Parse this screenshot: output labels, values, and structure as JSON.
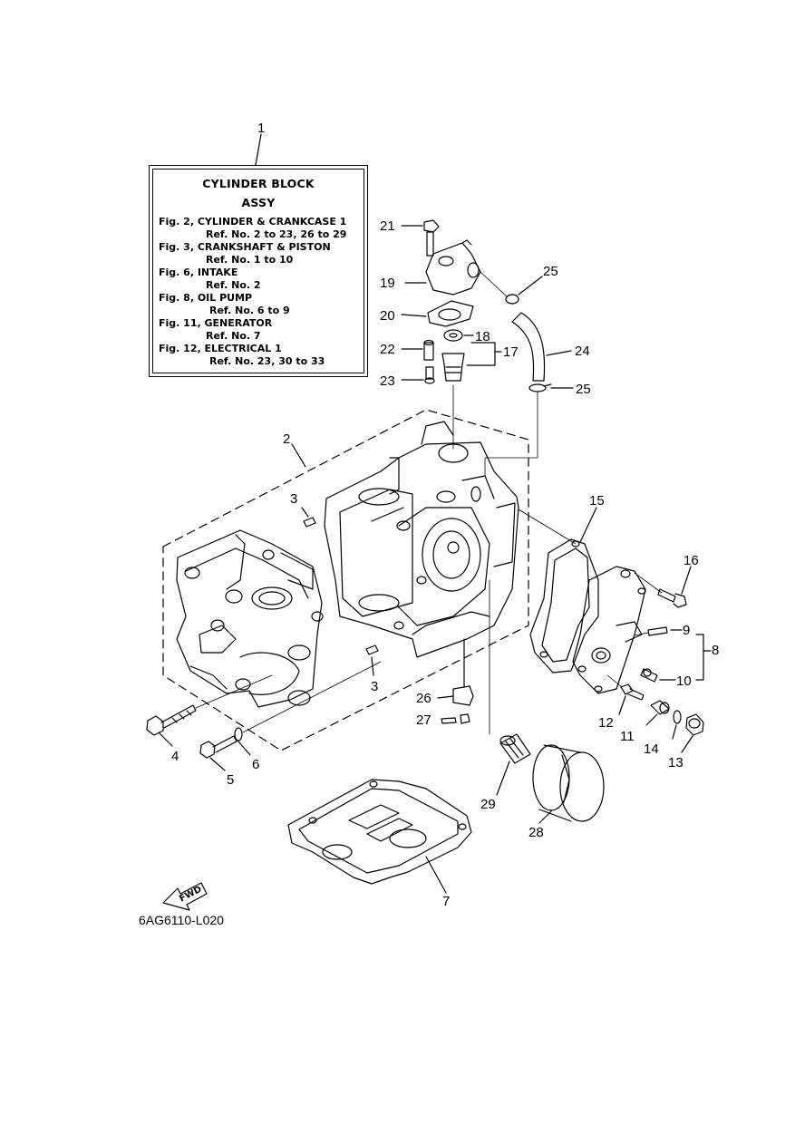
{
  "info_box": {
    "title_line1": "CYLINDER  BLOCK",
    "title_line2": "ASSY",
    "refs": [
      {
        "fig": "Fig. 2, CYLINDER & CRANKCASE 1",
        "ref": "Ref. No. 2 to 23, 26 to 29"
      },
      {
        "fig": "Fig. 3, CRANKSHAFT & PISTON",
        "ref": "Ref. No. 1 to 10"
      },
      {
        "fig": "Fig. 6, INTAKE",
        "ref": "Ref. No. 2"
      },
      {
        "fig": "Fig. 8, OIL PUMP",
        "ref": "Ref. No. 6 to 9"
      },
      {
        "fig": "Fig. 11, GENERATOR",
        "ref": "Ref. No. 7"
      },
      {
        "fig": "Fig. 12, ELECTRICAL 1",
        "ref": "Ref. No. 23, 30 to 33"
      }
    ]
  },
  "callouts": {
    "c1": "1",
    "c2": "2",
    "c3a": "3",
    "c3b": "3",
    "c4": "4",
    "c5": "5",
    "c6": "6",
    "c7": "7",
    "c8": "8",
    "c9": "9",
    "c10": "10",
    "c11": "11",
    "c12": "12",
    "c13": "13",
    "c14": "14",
    "c15": "15",
    "c16": "16",
    "c17": "17",
    "c18": "18",
    "c19": "19",
    "c20": "20",
    "c21": "21",
    "c22": "22",
    "c23": "23",
    "c24": "24",
    "c25a": "25",
    "c25b": "25",
    "c26": "26",
    "c27": "27",
    "c28": "28",
    "c29": "29"
  },
  "fwd_label": "FWD",
  "diagram_code": "6AG6110-L020"
}
